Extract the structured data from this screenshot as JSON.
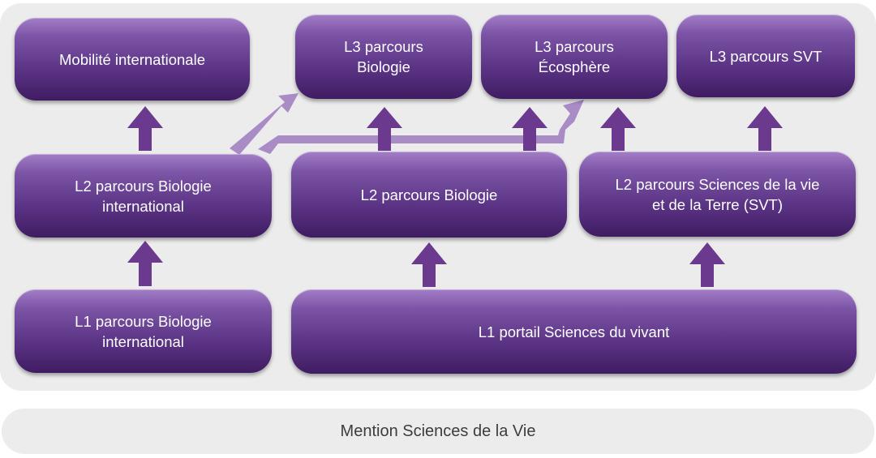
{
  "nodes": {
    "mobilite": "Mobilité internationale",
    "l3_biologie": "L3 parcours\nBiologie",
    "l3_ecosphere": "L3 parcours\nÉcosphère",
    "l3_svt": "L3 parcours SVT",
    "l2_bio_intl": "L2 parcours Biologie\ninternational",
    "l2_biologie": "L2 parcours Biologie",
    "l2_svt": "L2 parcours Sciences de la vie\net de la Terre (SVT)",
    "l1_bio_intl": "L1 parcours Biologie\ninternational",
    "l1_portail": "L1 portail Sciences du vivant"
  },
  "footer": {
    "label": "Mention Sciences de la Vie"
  },
  "colors": {
    "arrow": "#6b3a8f",
    "arrow_light": "#a98cc6",
    "panel": "#ececec"
  }
}
